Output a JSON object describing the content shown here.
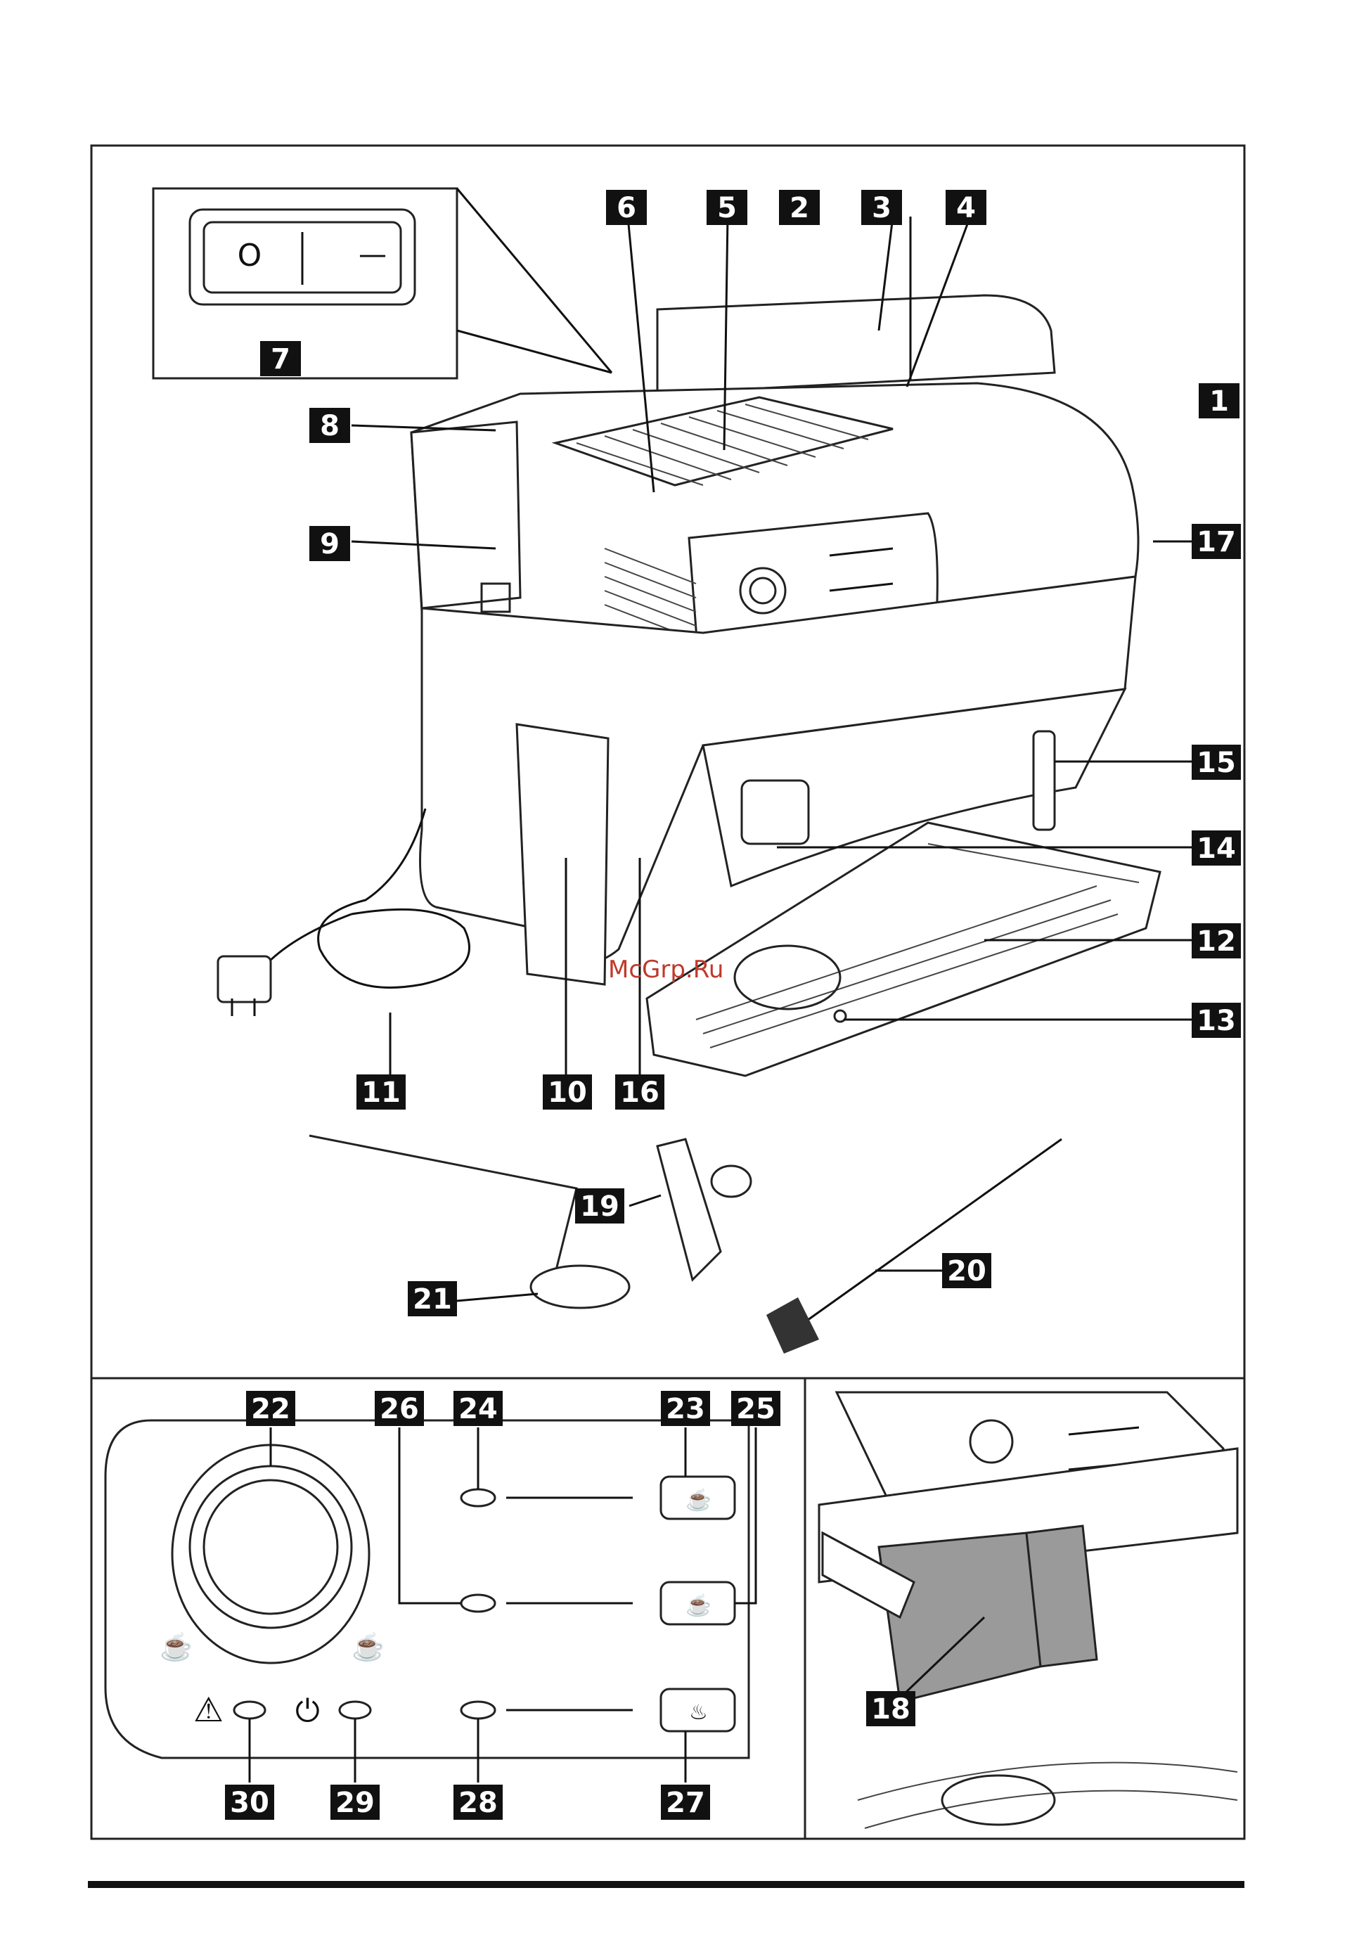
{
  "watermark": "McGrp.Ru",
  "callouts": [
    "1",
    "2",
    "3",
    "4",
    "5",
    "6",
    "7",
    "8",
    "9",
    "10",
    "11",
    "12",
    "13",
    "14",
    "15",
    "16",
    "17",
    "18",
    "19",
    "20",
    "21",
    "22",
    "23",
    "24",
    "25",
    "26",
    "27",
    "28",
    "29",
    "30"
  ],
  "switch_symbols": {
    "off": "O",
    "on": "—"
  },
  "colors": {
    "ink": "#111111",
    "paper": "#ffffff",
    "watermark": "#c0392b"
  }
}
